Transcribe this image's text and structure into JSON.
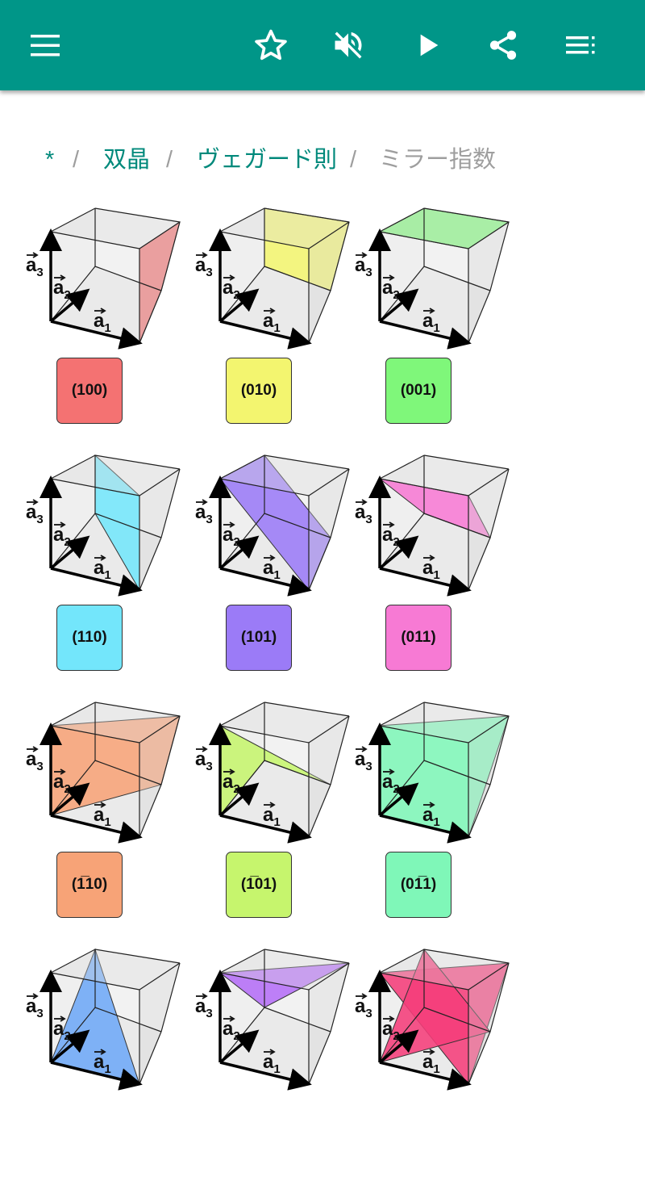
{
  "toolbar": {
    "colors": {
      "background": "#009688",
      "icon": "#ffffff"
    },
    "icons": [
      "menu-icon",
      "star-outline-icon",
      "volume-off-icon",
      "play-icon",
      "share-icon",
      "playlist-icon"
    ]
  },
  "breadcrumb": {
    "home": "*",
    "sep1": "/",
    "item1": "双晶",
    "sep2": "/",
    "item2": "ヴェガード則",
    "sep3": "/",
    "current": "ミラー指数"
  },
  "planes": [
    {
      "id": "p100",
      "label": "(100)",
      "color": "#f47272"
    },
    {
      "id": "p010",
      "label": "(010)",
      "color": "#f3f56f"
    },
    {
      "id": "p001",
      "label": "(001)",
      "color": "#7ff77a"
    },
    {
      "id": "p110",
      "label": "(110)",
      "color": "#73e6fb"
    },
    {
      "id": "p101",
      "label": "(101)",
      "color": "#9b7bf7"
    },
    {
      "id": "p011",
      "label": "(011)",
      "color": "#f77ad4"
    },
    {
      "id": "pm110",
      "label": "(1̅10)",
      "color": "#f7a377"
    },
    {
      "id": "pm101",
      "label": "(1̅01)",
      "color": "#c6f56d"
    },
    {
      "id": "p0m11",
      "label": "(01̅1)",
      "color": "#7ff7b8"
    },
    {
      "id": "p4a",
      "label": "",
      "color": "#6ea8f7"
    },
    {
      "id": "p4b",
      "label": "",
      "color": "#b56ef7"
    },
    {
      "id": "p4c",
      "label": "",
      "color": "#f53d7a"
    }
  ],
  "axis_labels": {
    "a1": "a",
    "a1_sub": "1",
    "a2": "a",
    "a2_sub": "2",
    "a3": "a",
    "a3_sub": "3"
  }
}
